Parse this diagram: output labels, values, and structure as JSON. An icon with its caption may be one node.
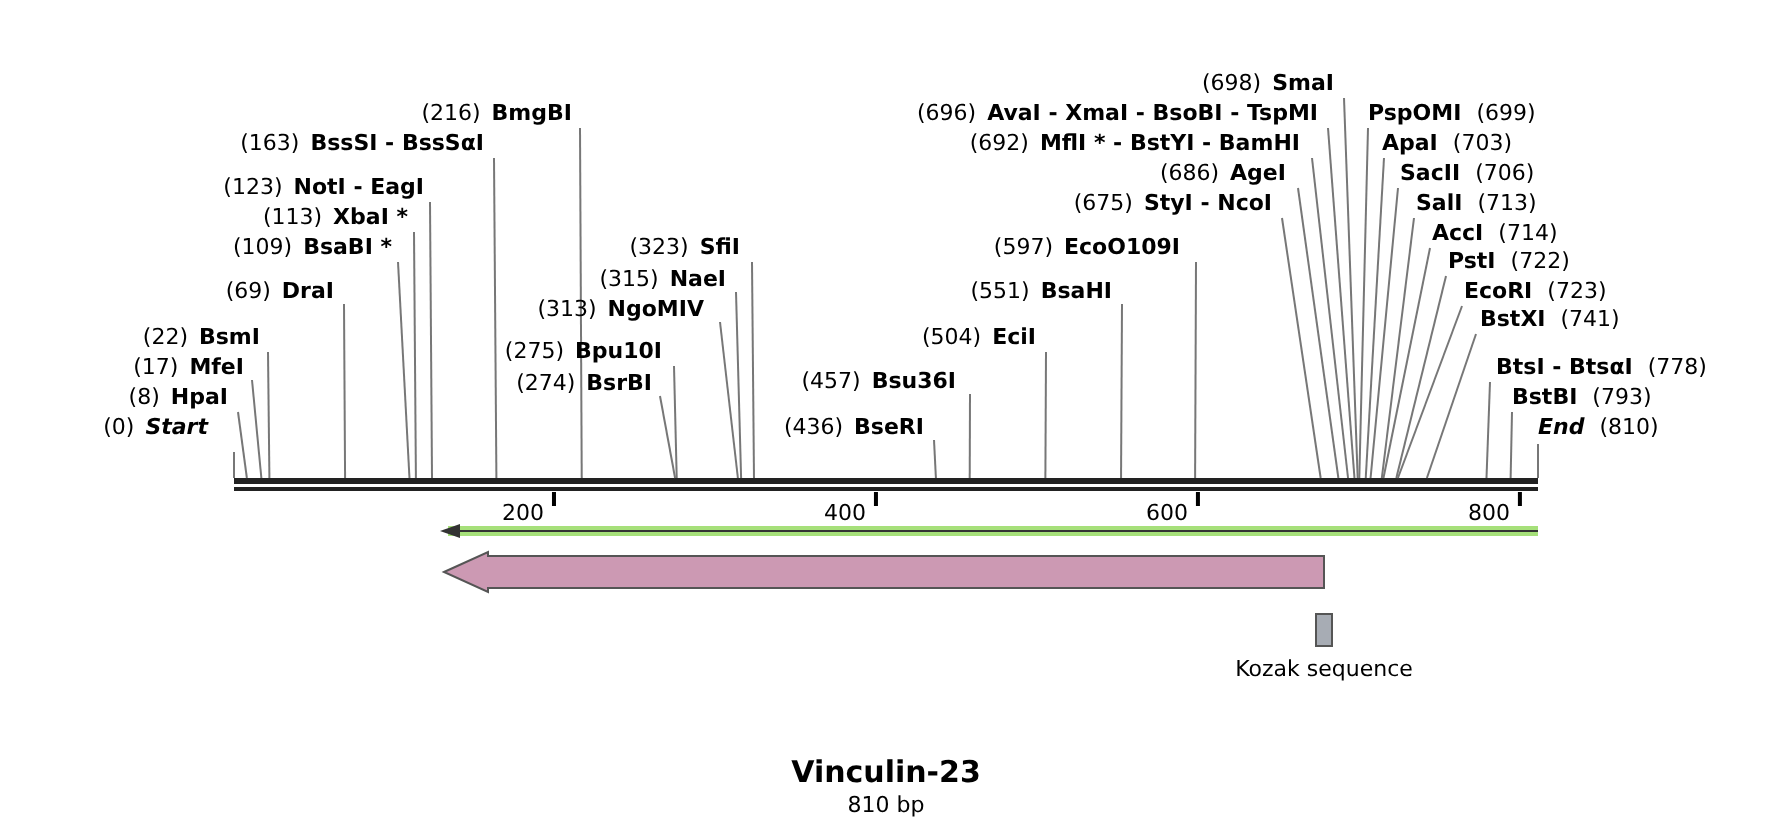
{
  "diagram": {
    "title": "Vinculin-23",
    "caption": "810 bp",
    "nodes": [
      {
        "text": [
          "(0)",
          "Start"
        ]
      },
      {
        "text": [
          "(8)",
          "HpaI"
        ]
      },
      {
        "text": [
          "(17)",
          "MfeI"
        ]
      },
      {
        "text": [
          "(22)",
          "BsmI"
        ]
      },
      {
        "text": [
          "(69)",
          "DraI"
        ]
      },
      {
        "text": [
          "(109)",
          "BsaBI *"
        ]
      },
      {
        "text": [
          "(113)",
          "XbaI *"
        ]
      },
      {
        "text": [
          "(123)",
          "NotI  - EagI"
        ]
      },
      {
        "text": [
          "(163)",
          "BssSI  - BssSαI"
        ]
      },
      {
        "text": [
          "(216)",
          "BmgBI"
        ]
      },
      {
        "text": [
          "(274)",
          "BsrBI"
        ]
      },
      {
        "text": [
          "(275)",
          "Bpu10I"
        ]
      },
      {
        "text": [
          "(313)",
          "NgoMIV"
        ]
      },
      {
        "text": [
          "(315)",
          "NaeI"
        ]
      },
      {
        "text": [
          "(323)",
          "SfiI"
        ]
      },
      {
        "text": [
          "(436)",
          "BseRI"
        ]
      },
      {
        "text": [
          "(457)",
          "Bsu36I"
        ]
      },
      {
        "text": [
          "(504)",
          "EciI"
        ]
      },
      {
        "text": [
          "(551)",
          "BsaHI"
        ]
      },
      {
        "text": [
          "(597)",
          "EcoO109I"
        ]
      },
      {
        "text": [
          "(675)",
          "StyI  - NcoI"
        ]
      },
      {
        "text": [
          "(686)",
          "AgeI"
        ]
      },
      {
        "text": [
          "(692)",
          "MflI * - BstYI  - BamHI"
        ]
      },
      {
        "text": [
          "(696)",
          "AvaI  - XmaI  - BsoBI  - TspMI"
        ]
      },
      {
        "text": [
          "(698)",
          "SmaI"
        ]
      },
      {
        "text": [
          "PspOMI",
          "(699)"
        ]
      },
      {
        "text": [
          "ApaI",
          "(703)"
        ]
      },
      {
        "text": [
          "SacII",
          "(706)"
        ]
      },
      {
        "text": [
          "SalI",
          "(713)"
        ]
      },
      {
        "text": [
          "AccI",
          "(714)"
        ]
      },
      {
        "text": [
          "PstI",
          "(722)"
        ]
      },
      {
        "text": [
          "EcoRI",
          "(723)"
        ]
      },
      {
        "text": [
          "BstXI",
          "(741)"
        ]
      },
      {
        "text": [
          "BtsI  - BtsαI",
          "(778)"
        ]
      },
      {
        "text": [
          "BstBI",
          "(793)"
        ]
      },
      {
        "text": [
          "End",
          "(810)"
        ]
      },
      {
        "text": [],
        "shape": "arrow"
      },
      {
        "text": [
          "Kozak sequence"
        ]
      }
    ],
    "edges": [
      {
        "from": 0,
        "to": null,
        "arrow": "none"
      },
      {
        "from": 1,
        "to": null,
        "arrow": "none"
      },
      {
        "from": 2,
        "to": null,
        "arrow": "none"
      },
      {
        "from": 3,
        "to": null,
        "arrow": "none"
      },
      {
        "from": 4,
        "to": null,
        "arrow": "none"
      },
      {
        "from": 5,
        "to": null,
        "arrow": "none"
      },
      {
        "from": 6,
        "to": null,
        "arrow": "none"
      },
      {
        "from": 7,
        "to": null,
        "arrow": "none"
      },
      {
        "from": 8,
        "to": null,
        "arrow": "none"
      },
      {
        "from": 9,
        "to": null,
        "arrow": "none"
      },
      {
        "from": 10,
        "to": null,
        "arrow": "none"
      },
      {
        "from": 11,
        "to": null,
        "arrow": "none"
      },
      {
        "from": 12,
        "to": null,
        "arrow": "none"
      },
      {
        "from": 13,
        "to": null,
        "arrow": "none"
      },
      {
        "from": 14,
        "to": null,
        "arrow": "none"
      },
      {
        "from": 15,
        "to": null,
        "arrow": "none"
      },
      {
        "from": 16,
        "to": null,
        "arrow": "none"
      },
      {
        "from": 17,
        "to": null,
        "arrow": "none"
      },
      {
        "from": 18,
        "to": null,
        "arrow": "none"
      },
      {
        "from": 19,
        "to": null,
        "arrow": "none"
      },
      {
        "from": 20,
        "to": null,
        "arrow": "none"
      },
      {
        "from": 21,
        "to": null,
        "arrow": "none"
      },
      {
        "from": 22,
        "to": null,
        "arrow": "none"
      },
      {
        "from": 23,
        "to": null,
        "arrow": "none"
      },
      {
        "from": 24,
        "to": null,
        "arrow": "none"
      },
      {
        "from": 25,
        "to": null,
        "arrow": "none"
      },
      {
        "from": 26,
        "to": null,
        "arrow": "none"
      },
      {
        "from": 27,
        "to": null,
        "arrow": "none"
      },
      {
        "from": 28,
        "to": null,
        "arrow": "none"
      },
      {
        "from": 29,
        "to": null,
        "arrow": "none"
      },
      {
        "from": 30,
        "to": null,
        "arrow": "none"
      },
      {
        "from": 31,
        "to": null,
        "arrow": "none"
      },
      {
        "from": 32,
        "to": null,
        "arrow": "none"
      },
      {
        "from": 33,
        "to": null,
        "arrow": "none"
      },
      {
        "from": 34,
        "to": null,
        "arrow": "none"
      },
      {
        "from": 35,
        "to": null,
        "arrow": "none"
      }
    ],
    "labels": [
      "200",
      "400",
      "600",
      "800"
    ]
  }
}
